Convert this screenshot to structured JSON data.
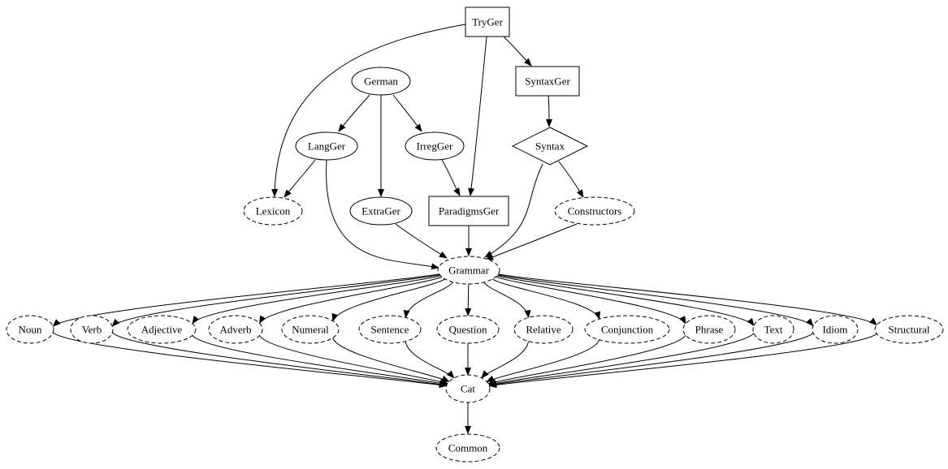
{
  "diagram": {
    "nodes": [
      {
        "id": "TryGer",
        "label": "TryGer",
        "shape": "box",
        "style": "solid"
      },
      {
        "id": "German",
        "label": "German",
        "shape": "ellipse",
        "style": "solid"
      },
      {
        "id": "SyntaxGer",
        "label": "SyntaxGer",
        "shape": "box",
        "style": "solid"
      },
      {
        "id": "LangGer",
        "label": "LangGer",
        "shape": "ellipse",
        "style": "solid"
      },
      {
        "id": "IrregGer",
        "label": "IrregGer",
        "shape": "ellipse",
        "style": "solid"
      },
      {
        "id": "Syntax",
        "label": "Syntax",
        "shape": "diamond",
        "style": "solid"
      },
      {
        "id": "Lexicon",
        "label": "Lexicon",
        "shape": "ellipse",
        "style": "dashed"
      },
      {
        "id": "ExtraGer",
        "label": "ExtraGer",
        "shape": "ellipse",
        "style": "solid"
      },
      {
        "id": "ParadigmsGer",
        "label": "ParadigmsGer",
        "shape": "box",
        "style": "solid"
      },
      {
        "id": "Constructors",
        "label": "Constructors",
        "shape": "ellipse",
        "style": "dashed"
      },
      {
        "id": "Grammar",
        "label": "Grammar",
        "shape": "ellipse",
        "style": "dashed"
      },
      {
        "id": "Noun",
        "label": "Noun",
        "shape": "ellipse",
        "style": "dashed"
      },
      {
        "id": "Verb",
        "label": "Verb",
        "shape": "ellipse",
        "style": "dashed"
      },
      {
        "id": "Adjective",
        "label": "Adjective",
        "shape": "ellipse",
        "style": "dashed"
      },
      {
        "id": "Adverb",
        "label": "Adverb",
        "shape": "ellipse",
        "style": "dashed"
      },
      {
        "id": "Numeral",
        "label": "Numeral",
        "shape": "ellipse",
        "style": "dashed"
      },
      {
        "id": "Sentence",
        "label": "Sentence",
        "shape": "ellipse",
        "style": "dashed"
      },
      {
        "id": "Question",
        "label": "Question",
        "shape": "ellipse",
        "style": "dashed"
      },
      {
        "id": "Relative",
        "label": "Relative",
        "shape": "ellipse",
        "style": "dashed"
      },
      {
        "id": "Conjunction",
        "label": "Conjunction",
        "shape": "ellipse",
        "style": "dashed"
      },
      {
        "id": "Phrase",
        "label": "Phrase",
        "shape": "ellipse",
        "style": "dashed"
      },
      {
        "id": "Text",
        "label": "Text",
        "shape": "ellipse",
        "style": "dashed"
      },
      {
        "id": "Idiom",
        "label": "Idiom",
        "shape": "ellipse",
        "style": "dashed"
      },
      {
        "id": "Structural",
        "label": "Structural",
        "shape": "ellipse",
        "style": "dashed"
      },
      {
        "id": "Cat",
        "label": "Cat",
        "shape": "ellipse",
        "style": "dashed"
      },
      {
        "id": "Common",
        "label": "Common",
        "shape": "ellipse",
        "style": "dashed"
      }
    ],
    "edges": [
      [
        "TryGer",
        "Lexicon"
      ],
      [
        "TryGer",
        "ParadigmsGer"
      ],
      [
        "TryGer",
        "SyntaxGer"
      ],
      [
        "German",
        "LangGer"
      ],
      [
        "German",
        "ExtraGer"
      ],
      [
        "German",
        "IrregGer"
      ],
      [
        "SyntaxGer",
        "Syntax"
      ],
      [
        "LangGer",
        "Lexicon"
      ],
      [
        "LangGer",
        "Grammar"
      ],
      [
        "IrregGer",
        "ParadigmsGer"
      ],
      [
        "Syntax",
        "Grammar"
      ],
      [
        "Syntax",
        "Constructors"
      ],
      [
        "ExtraGer",
        "Grammar"
      ],
      [
        "ParadigmsGer",
        "Grammar"
      ],
      [
        "Constructors",
        "Grammar"
      ],
      [
        "Grammar",
        "Noun"
      ],
      [
        "Grammar",
        "Verb"
      ],
      [
        "Grammar",
        "Adjective"
      ],
      [
        "Grammar",
        "Adverb"
      ],
      [
        "Grammar",
        "Numeral"
      ],
      [
        "Grammar",
        "Sentence"
      ],
      [
        "Grammar",
        "Question"
      ],
      [
        "Grammar",
        "Relative"
      ],
      [
        "Grammar",
        "Conjunction"
      ],
      [
        "Grammar",
        "Phrase"
      ],
      [
        "Grammar",
        "Text"
      ],
      [
        "Grammar",
        "Idiom"
      ],
      [
        "Grammar",
        "Structural"
      ],
      [
        "Noun",
        "Cat"
      ],
      [
        "Verb",
        "Cat"
      ],
      [
        "Adjective",
        "Cat"
      ],
      [
        "Adverb",
        "Cat"
      ],
      [
        "Numeral",
        "Cat"
      ],
      [
        "Sentence",
        "Cat"
      ],
      [
        "Question",
        "Cat"
      ],
      [
        "Relative",
        "Cat"
      ],
      [
        "Conjunction",
        "Cat"
      ],
      [
        "Phrase",
        "Cat"
      ],
      [
        "Text",
        "Cat"
      ],
      [
        "Idiom",
        "Cat"
      ],
      [
        "Structural",
        "Cat"
      ],
      [
        "Cat",
        "Common"
      ]
    ]
  }
}
